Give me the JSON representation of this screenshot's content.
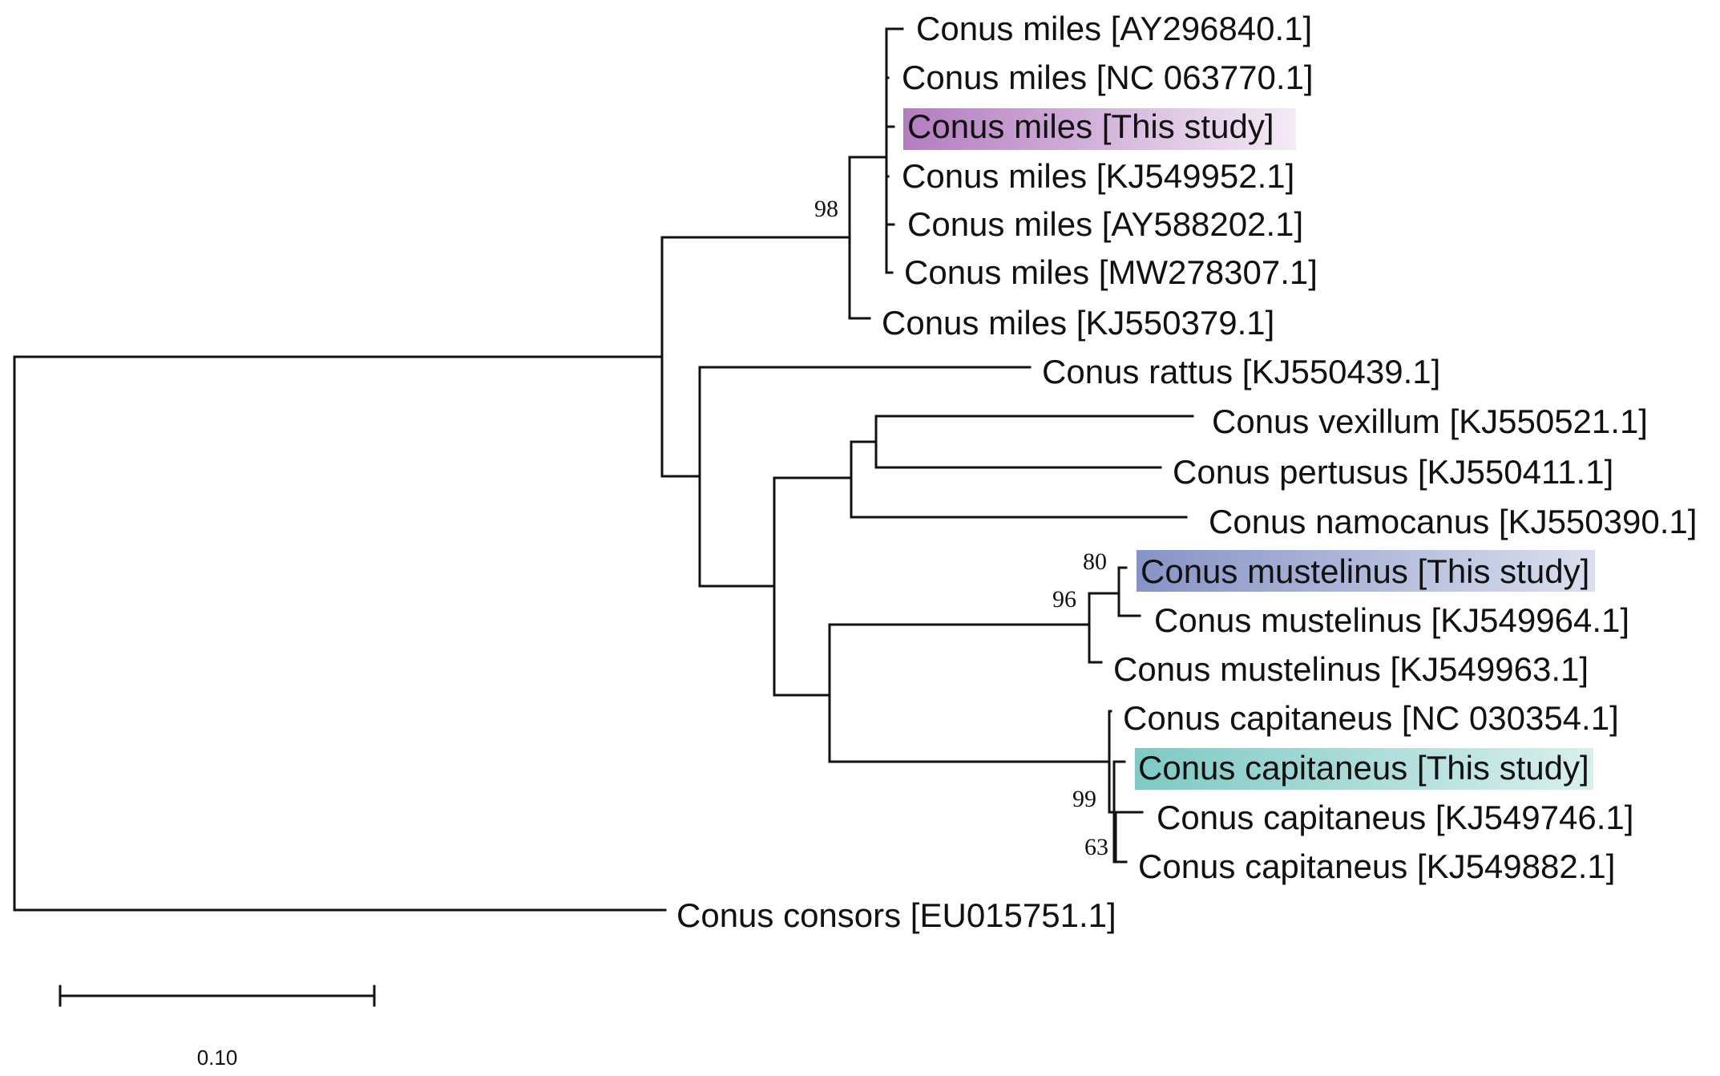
{
  "tree": {
    "taxa": [
      {
        "id": "miles_ay296840",
        "label": "Conus miles [AY296840.1]"
      },
      {
        "id": "miles_nc063770",
        "label": "Conus miles [NC 063770.1]"
      },
      {
        "id": "miles_this",
        "label": "Conus miles [This study]",
        "highlight": "#b37cc0"
      },
      {
        "id": "miles_kj549952",
        "label": "Conus miles [KJ549952.1]"
      },
      {
        "id": "miles_ay588202",
        "label": "Conus miles [AY588202.1]"
      },
      {
        "id": "miles_mw278307",
        "label": "Conus miles [MW278307.1]"
      },
      {
        "id": "miles_kj550379",
        "label": "Conus miles [KJ550379.1]"
      },
      {
        "id": "rattus",
        "label": "Conus rattus [KJ550439.1]"
      },
      {
        "id": "vexillum",
        "label": "Conus vexillum [KJ550521.1]"
      },
      {
        "id": "pertusus",
        "label": "Conus pertusus [KJ550411.1]"
      },
      {
        "id": "namocanus",
        "label": "Conus namocanus [KJ550390.1]"
      },
      {
        "id": "mustelinus_this",
        "label": "Conus mustelinus [This study]",
        "highlight": "#8693c6"
      },
      {
        "id": "mustelinus_kj549964",
        "label": "Conus mustelinus [KJ549964.1]"
      },
      {
        "id": "mustelinus_kj549963",
        "label": "Conus mustelinus [KJ549963.1]"
      },
      {
        "id": "capitaneus_nc030354",
        "label": "Conus capitaneus [NC 030354.1]"
      },
      {
        "id": "capitaneus_this",
        "label": "Conus capitaneus [This study]",
        "highlight": "#7fc9c4"
      },
      {
        "id": "capitaneus_kj549746",
        "label": "Conus capitaneus [KJ549746.1]"
      },
      {
        "id": "capitaneus_kj549882",
        "label": "Conus capitaneus [KJ549882.1]"
      },
      {
        "id": "consors",
        "label": "Conus consors [EU015751.1]"
      }
    ],
    "bootstrap": [
      {
        "clade": "miles",
        "value": "98"
      },
      {
        "clade": "mustelinus-pair",
        "value": "80"
      },
      {
        "clade": "mustelinus",
        "value": "96"
      },
      {
        "clade": "capitaneus",
        "value": "99"
      },
      {
        "clade": "capitaneus-pair",
        "value": "63"
      }
    ],
    "scale_bar": {
      "label": "0.10",
      "length": 0.1
    }
  }
}
